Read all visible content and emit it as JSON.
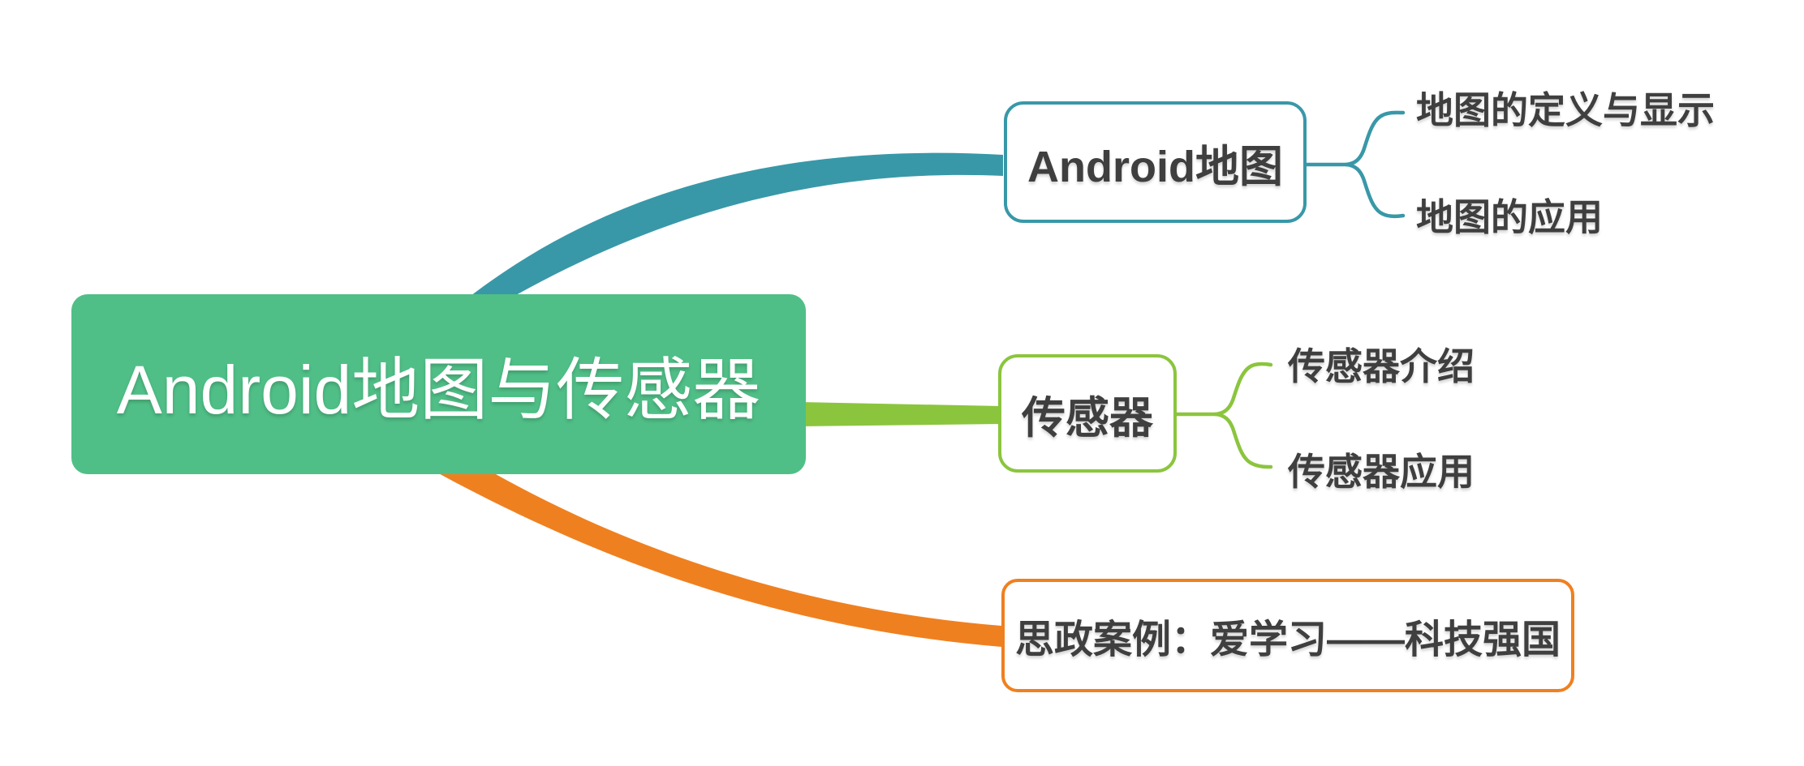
{
  "title": "Android地图与传感器",
  "colors": {
    "central_fill": "#50bf87",
    "central_text": "#ffffff",
    "branch_map": "#3898a8",
    "branch_sensor": "#8bc53e",
    "branch_case": "#ef8020",
    "node_text": "#3f3f3f",
    "canvas_bg": "#ffffff"
  },
  "mindmap": {
    "root": {
      "label": "Android地图与传感器"
    },
    "branches": [
      {
        "id": "android-map",
        "label": "Android地图",
        "color": "#3898a8",
        "children": [
          {
            "label": "地图的定义与显示"
          },
          {
            "label": "地图的应用"
          }
        ]
      },
      {
        "id": "sensor",
        "label": "传感器",
        "color": "#8bc53e",
        "children": [
          {
            "label": "传感器介绍"
          },
          {
            "label": "传感器应用"
          }
        ]
      },
      {
        "id": "civic-case",
        "label": "思政案例：爱学习——科技强国",
        "color": "#ef8020",
        "children": []
      }
    ]
  }
}
